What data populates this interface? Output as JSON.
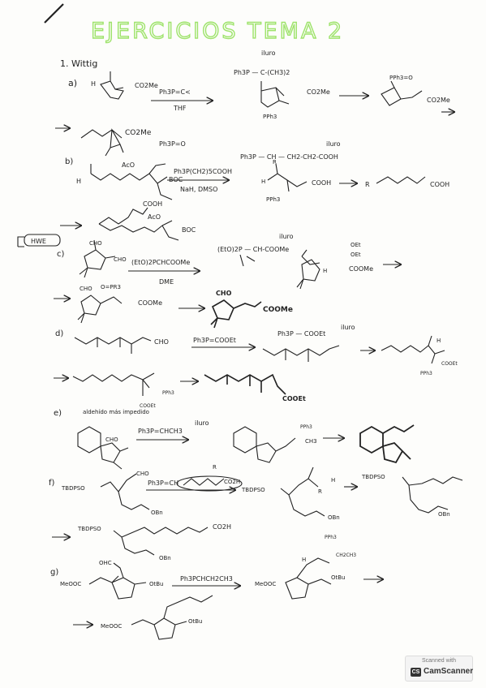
{
  "title": "EJERCICIOS TEMA 2",
  "section_label": "1. Wittig",
  "exercises": {
    "a": {
      "label": "a)",
      "groups": [
        "H",
        "CO2Me"
      ],
      "reagent": "Ph3P=C<",
      "solvent": "THF",
      "ylide": "Ph3P — C-(CH3)2",
      "ylide_label": "iluro",
      "intermediate_groups": [
        "CO2Me",
        "PPh3"
      ],
      "betaine": "PPh3=O",
      "betaine_group": "CO2Me",
      "product_group": "CO2Me",
      "byproduct": "Ph3P=O"
    },
    "b": {
      "label": "b)",
      "groups": [
        "H",
        "AcO",
        "BOC"
      ],
      "reagent": "Ph3P(CH2)5COOH",
      "base": "NaH, DMSO",
      "ylide": "Ph3P — CH — CH2-CH2-COOH",
      "ylide_label": "iluro",
      "intermediate_groups": [
        "R",
        "H",
        "COOH",
        "PPh3"
      ],
      "product_groups": [
        "R",
        "COOH"
      ],
      "final_groups": [
        "COOH",
        "AcO",
        "BOC"
      ]
    },
    "c": {
      "label": "c)",
      "tag": "HWE",
      "groups": [
        "CHO",
        "CHO"
      ],
      "reagent": "(EtO)2PCHCOOMe",
      "solvent": "DME",
      "ylide": "(EtO)2P — CH-COOMe",
      "ylide_label": "iluro",
      "intermediate_groups": [
        "OEt",
        "OEt",
        "COOMe",
        "H"
      ],
      "step2_groups": [
        "CHO",
        "O=PR3",
        "COOMe"
      ],
      "product_groups": [
        "CHO",
        "COOMe"
      ]
    },
    "d": {
      "label": "d)",
      "groups": [
        "CHO"
      ],
      "reagent": "Ph3P=COOEt",
      "ylide": "Ph3P — COOEt",
      "ylide_label": "iluro",
      "intermediate_groups": [
        "H",
        "COOEt",
        "PPh3"
      ],
      "step2_groups": [
        "COOEt",
        "PPh3"
      ],
      "product_groups": [
        "COOEt"
      ]
    },
    "e": {
      "label": "e)",
      "note": "aldehído más impedido",
      "groups": [
        "CHO"
      ],
      "reagent": "Ph3P=CHCH3",
      "ylide_label": "iluro",
      "intermediate_groups": [
        "PPh3",
        "CH3"
      ]
    },
    "f": {
      "label": "f)",
      "groups": [
        "TBDPSO",
        "CHO",
        "OBn"
      ],
      "reagent": "Ph3P=CH",
      "reagent_tail": "CO2H",
      "reagent_r": "R",
      "intermediate_groups": [
        "TBDPSO",
        "H",
        "R",
        "OBn"
      ],
      "product_groups": [
        "TBDPSO",
        "OBn"
      ],
      "final_groups": [
        "TBDPSO",
        "CO2H",
        "OBn"
      ]
    },
    "g": {
      "label": "g)",
      "groups": [
        "MeOOC",
        "OHC",
        "OtBu"
      ],
      "reagent": "Ph3PCHCH2CH3",
      "intermediate_groups": [
        "PPh3",
        "H",
        "CH2CH3",
        "MeOOC",
        "OtBu"
      ],
      "product_groups": [
        "MeOOC",
        "OtBu"
      ]
    }
  },
  "watermark": {
    "small": "Scanned with",
    "name": "CamScanner"
  }
}
